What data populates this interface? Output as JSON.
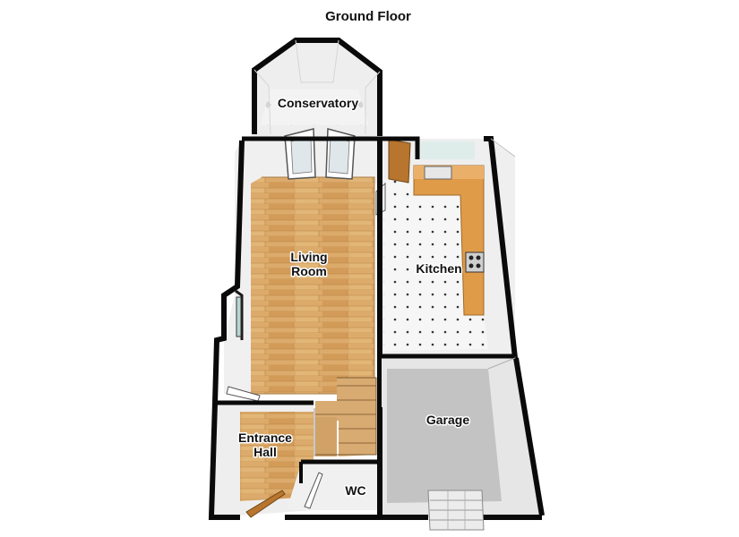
{
  "plan": {
    "title": "Ground Floor",
    "rooms": [
      {
        "id": "conservatory",
        "label": "Conservatory"
      },
      {
        "id": "living-room",
        "label": "Living\nRoom"
      },
      {
        "id": "kitchen",
        "label": "Kitchen"
      },
      {
        "id": "entrance-hall",
        "label": "Entrance\nHall"
      },
      {
        "id": "garage",
        "label": "Garage"
      },
      {
        "id": "wc",
        "label": "WC"
      }
    ],
    "colors": {
      "wall": "#0a0a0a",
      "wall_inner": "#f2f2f2",
      "wood": "#d9a86a",
      "tile": "#f4f4f4",
      "garage_floor": "#c6c6c6",
      "countertop": "#e0a050"
    }
  }
}
